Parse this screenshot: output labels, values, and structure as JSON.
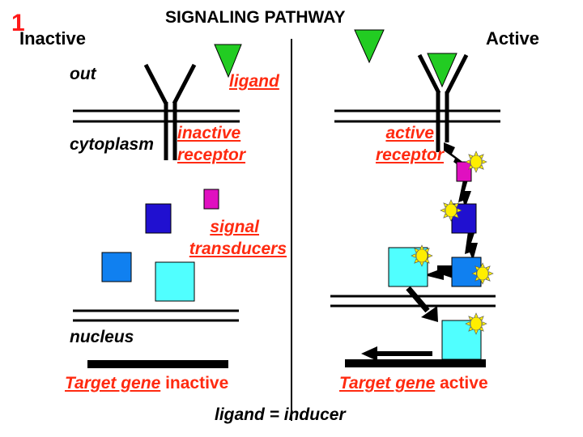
{
  "slide_number": "1",
  "title": "SIGNALING PATHWAY",
  "panels": {
    "left": {
      "heading": "Inactive",
      "labels": {
        "out": "out",
        "cytoplasm": "cytoplasm",
        "nucleus": "nucleus",
        "ligand": "ligand",
        "receptor_line1": "inactive",
        "receptor_line2": "receptor",
        "transducers_line1": "signal",
        "transducers_line2": "transducers"
      },
      "gene": {
        "underlined": "Target gene",
        "state": " inactive"
      }
    },
    "right": {
      "heading": "Active",
      "labels": {
        "receptor_line1": "active",
        "receptor_line2": "receptor"
      },
      "gene": {
        "underlined": "Target gene",
        "state": " active"
      }
    }
  },
  "footer": "ligand = inducer",
  "colors": {
    "ligand": "#22cc22",
    "transducer_magenta": "#e010c0",
    "transducer_indigo": "#2010d0",
    "transducer_blue": "#1080f0",
    "transducer_cyan": "#50ffff",
    "activation_sun": "#ffee00",
    "label_red": "#ff2a10"
  }
}
